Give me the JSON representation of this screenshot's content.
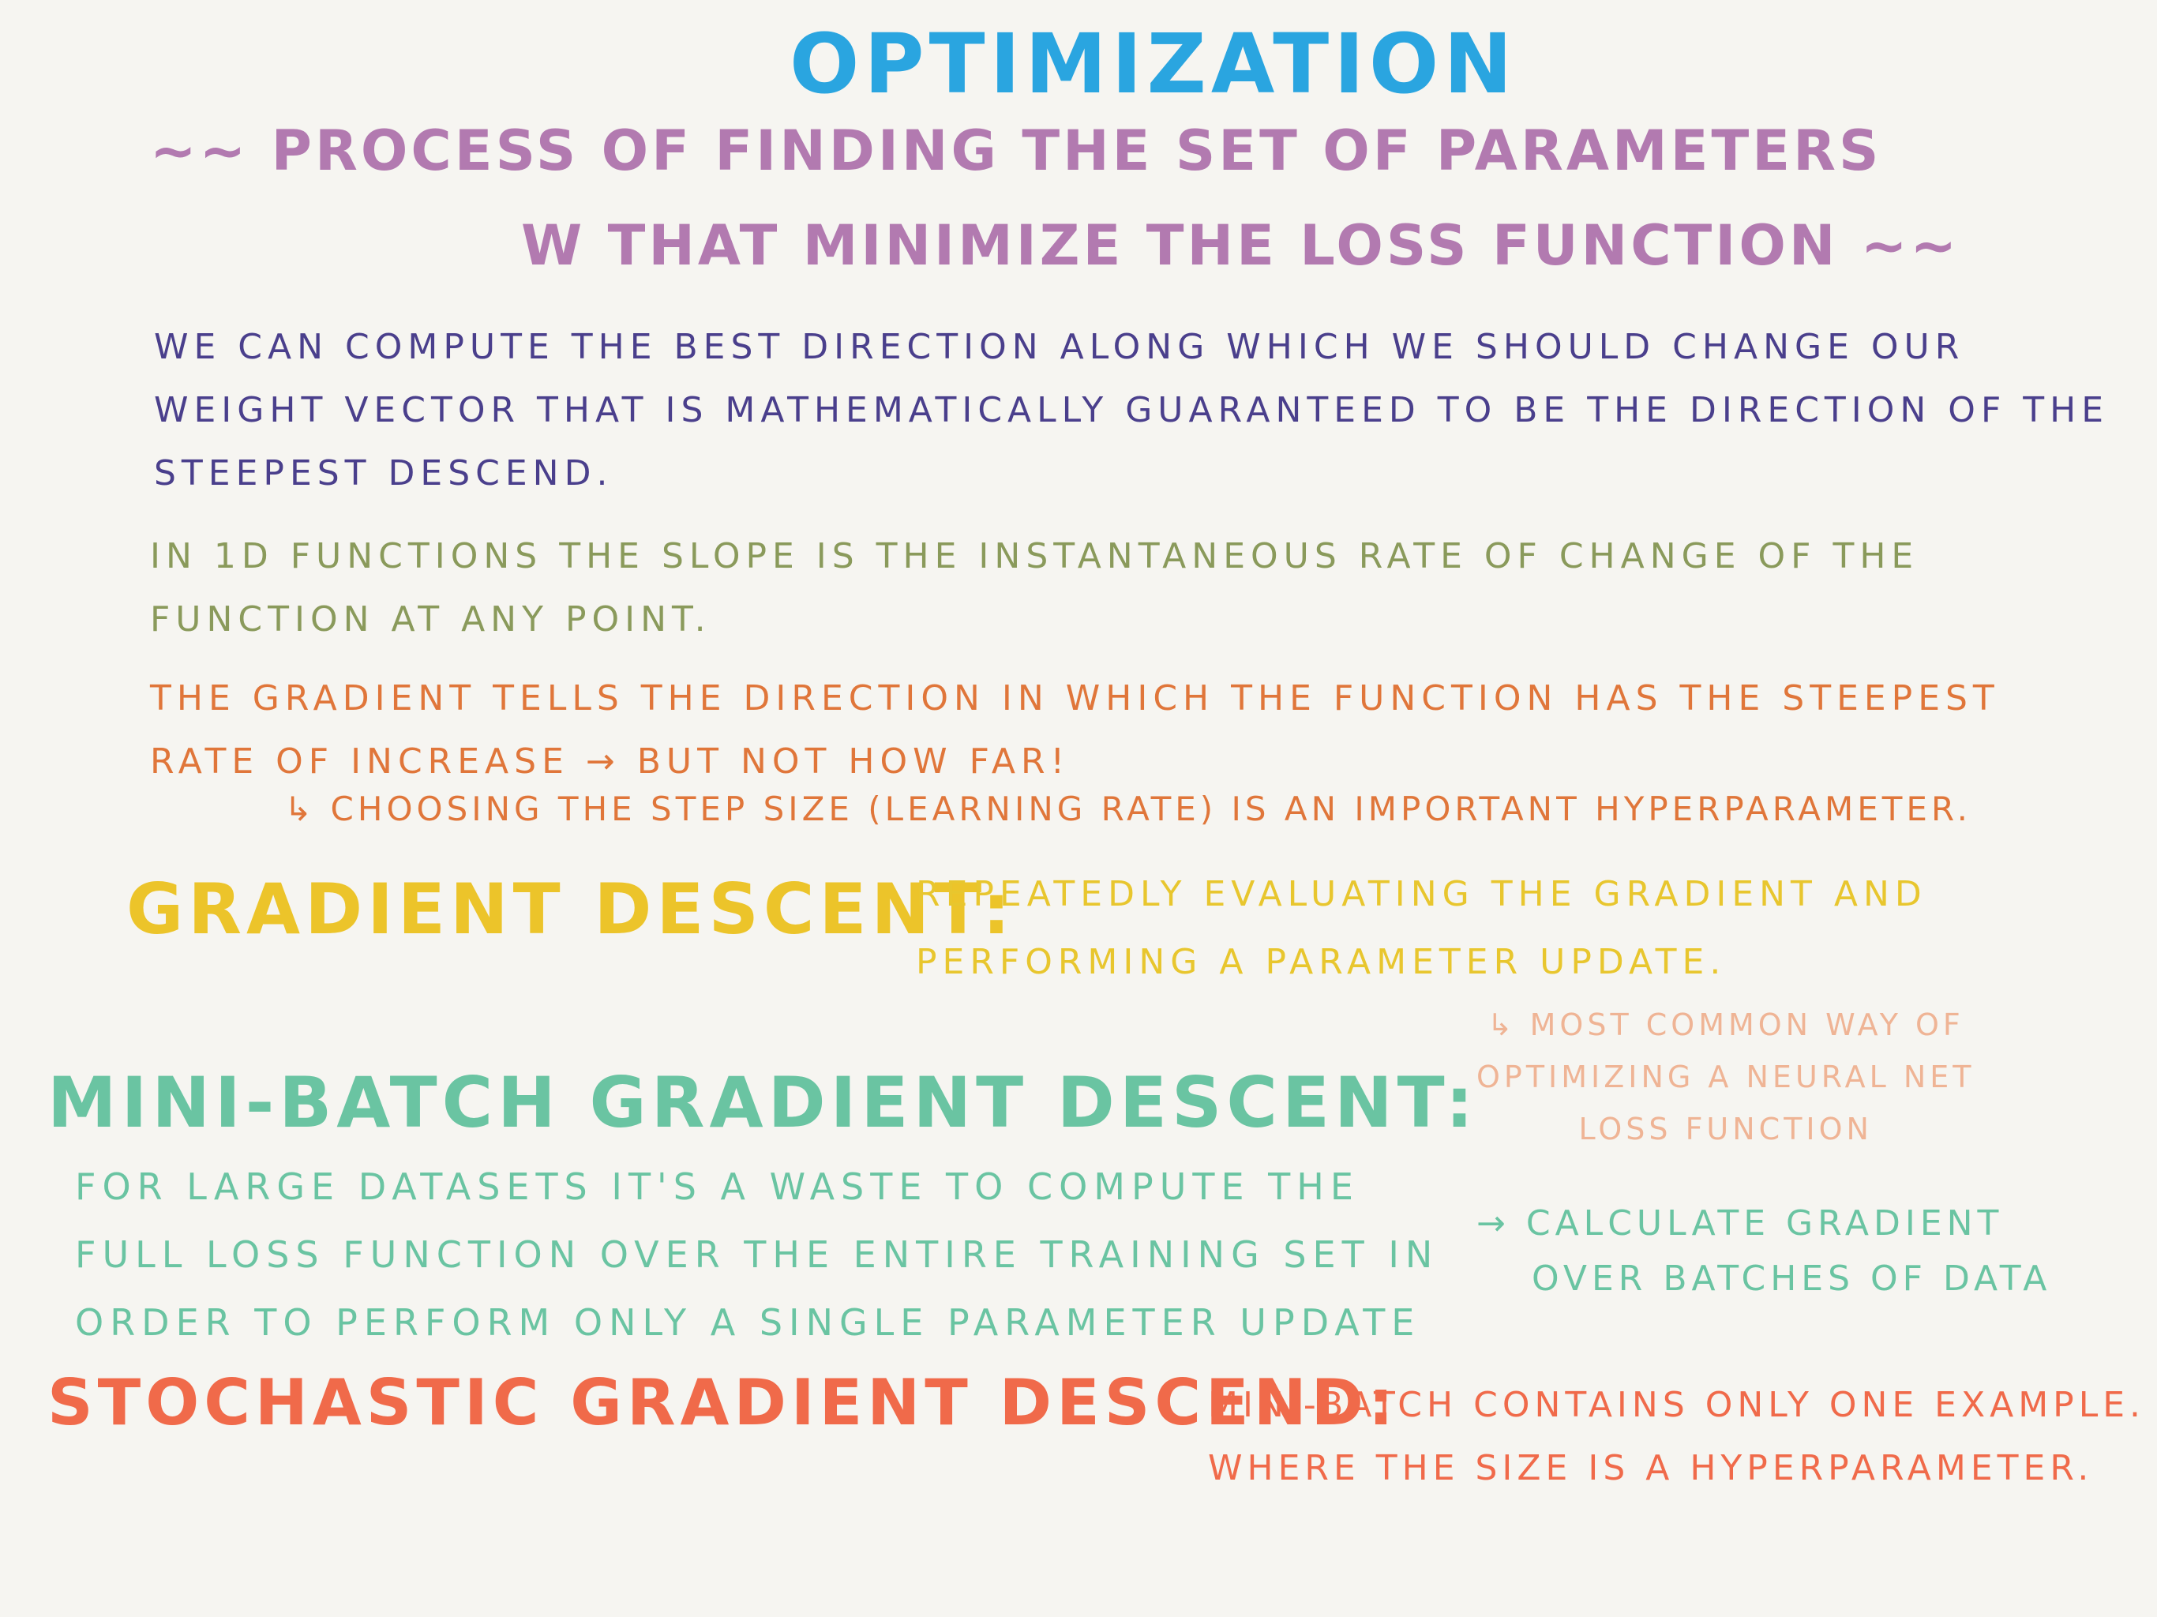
{
  "title": "Optimization",
  "subtitle": {
    "line1": "~~ Process of finding the set of parameters",
    "line2": "W that minimize the loss function ~~"
  },
  "colors": {
    "title": "#2aa5e0",
    "subtitle": "#b27ab0",
    "indigo": "#4a3f8c",
    "olive": "#8a9a5b",
    "orange": "#e0763a",
    "amber": "#e8c62e",
    "teal": "#6ac4a2",
    "peach": "#efb495",
    "coral": "#f06a4a"
  },
  "notes": {
    "direction": [
      "We can compute the best direction along which we should change our",
      "weight vector that is mathematically guaranteed to be the direction of the",
      "steepest descend."
    ],
    "slope": [
      "In 1D functions the slope is the instantaneous rate of change of the",
      "function at any point."
    ],
    "gradient": [
      "The gradient tells the direction in which the function has the steepest",
      "rate of increase → but not how far!"
    ],
    "step_size": "↳ choosing the step size (learning rate) is an important hyperparameter."
  },
  "gradient_descent": {
    "heading": "Gradient Descent:",
    "description": [
      "Repeatedly evaluating the gradient and",
      "performing a parameter update."
    ],
    "note": [
      "↳ most common way of",
      "optimizing a neural net",
      "loss function"
    ]
  },
  "mini_batch": {
    "heading": "Mini-Batch Gradient Descent:",
    "description": [
      "For large datasets it's a waste to compute the",
      "full loss function over the entire training set in",
      "order to perform only a single parameter update"
    ],
    "arrow_note": [
      "→ calculate gradient",
      "over batches of data"
    ]
  },
  "sgd": {
    "heading": "Stochastic Gradient Descend:",
    "description": [
      "Mini-batch contains only one example.",
      "Where the size is a hyperparameter."
    ]
  }
}
